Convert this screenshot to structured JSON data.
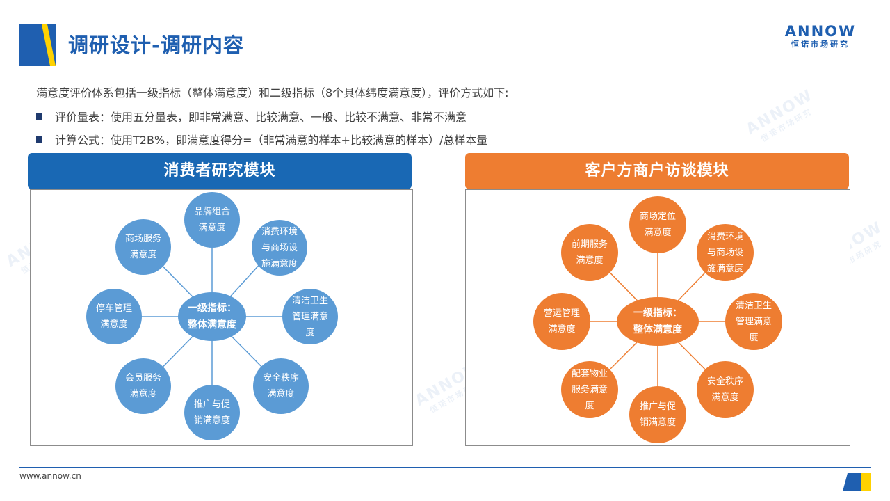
{
  "header": {
    "title": "调研设计-调研内容",
    "brand_en": "ANNOW",
    "brand_cn": "恒诺市场研究"
  },
  "intro": {
    "text": "满意度评价体系包括一级指标（整体满意度）和二级指标（8个具体纬度满意度），评价方式如下:",
    "bullets": [
      "评价量表：使用五分量表，即非常满意、比较满意、一般、比较不满意、非常不满意",
      "计算公式：使用T2B%，即满意度得分=（非常满意的样本+比较满意的样本）/总样本量"
    ]
  },
  "modules": [
    {
      "title": "消费者研究模块",
      "center": [
        "一级指标：",
        "整体满意度"
      ],
      "nodes": [
        [
          "品牌组合",
          "满意度"
        ],
        [
          "消费环境",
          "与商场设",
          "施满意度"
        ],
        [
          "清洁卫生",
          "管理满意",
          "度"
        ],
        [
          "安全秩序",
          "满意度"
        ],
        [
          "推广与促",
          "销满意度"
        ],
        [
          "会员服务",
          "满意度"
        ],
        [
          "停车管理",
          "满意度"
        ],
        [
          "商场服务",
          "满意度"
        ]
      ]
    },
    {
      "title": "客户方商户访谈模块",
      "center": [
        "一级指标：",
        "整体满意度"
      ],
      "nodes": [
        [
          "商场定位",
          "满意度"
        ],
        [
          "消费环境",
          "与商场设",
          "施满意度"
        ],
        [
          "清洁卫生",
          "管理满意",
          "度"
        ],
        [
          "安全秩序",
          "满意度"
        ],
        [
          "推广与促",
          "销满意度"
        ],
        [
          "配套物业",
          "服务满意",
          "度"
        ],
        [
          "营运管理",
          "满意度"
        ],
        [
          "前期服务",
          "满意度"
        ]
      ]
    }
  ],
  "footer": {
    "url": "www.annow.cn"
  },
  "colors": {
    "brand_blue": "#1f5fb0",
    "consumer_blue": "#1968b4",
    "node_blue": "#5b9bd5",
    "merchant_orange": "#ee7d31",
    "accent_yellow": "#ffd200"
  }
}
